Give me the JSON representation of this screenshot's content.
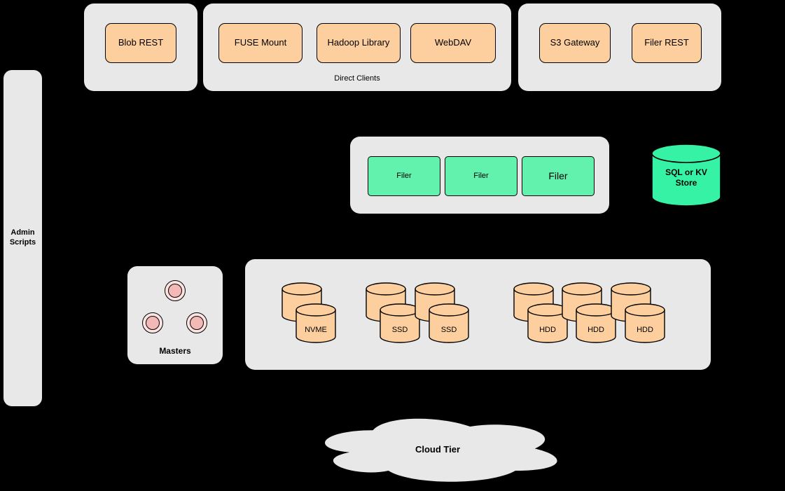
{
  "diagram": {
    "blob_group": {
      "nodes": [
        {
          "label": "Blob REST"
        }
      ]
    },
    "direct_clients_group": {
      "caption": "Direct Clients",
      "nodes": [
        {
          "label": "FUSE Mount"
        },
        {
          "label": "Hadoop Library"
        },
        {
          "label": "WebDAV"
        }
      ]
    },
    "gateway_group": {
      "nodes": [
        {
          "label": "S3 Gateway"
        },
        {
          "label": "Filer REST"
        }
      ]
    },
    "admin_panel": {
      "label": "Admin Scripts"
    },
    "filer_group": {
      "nodes": [
        {
          "label": "Filer"
        },
        {
          "label": "Filer"
        },
        {
          "label": "Filer"
        }
      ]
    },
    "metadata_store": {
      "label": "SQL or KV Store"
    },
    "masters_group": {
      "caption": "Masters"
    },
    "volume_group": {
      "drives": [
        {
          "label": "NVME"
        },
        {
          "label": "SSD"
        },
        {
          "label": "SSD"
        },
        {
          "label": "HDD"
        },
        {
          "label": "HDD"
        },
        {
          "label": "HDD"
        }
      ]
    },
    "cloud_tier": {
      "label": "Cloud Tier"
    }
  },
  "colors": {
    "background": "#000000",
    "panel_gray": "#e8e8e8",
    "node_orange": "#fdcf9e",
    "node_green": "#63f2ae",
    "store_green": "#35f2a4",
    "master_pink": "#f8cecc",
    "border": "#000000"
  }
}
